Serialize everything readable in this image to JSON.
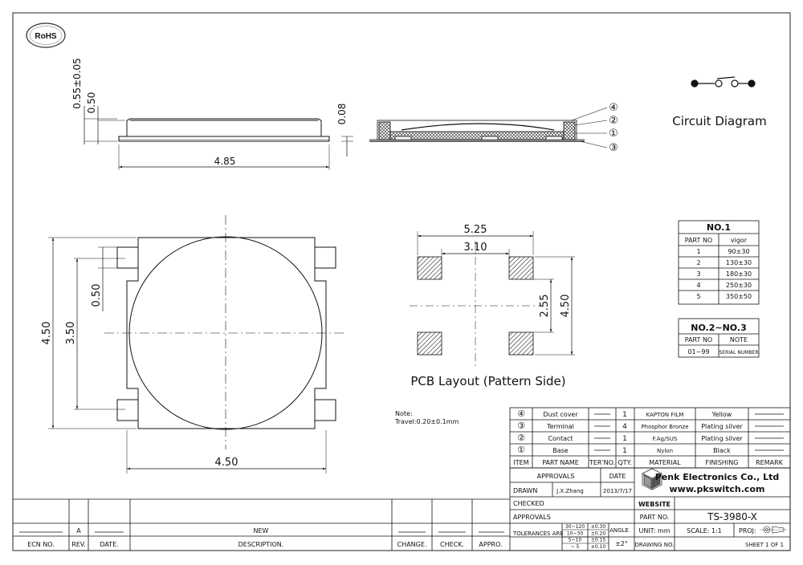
{
  "header": {
    "rohs": "RoHS"
  },
  "dims": {
    "height_total": "0.55±0.05",
    "height_body": "0.50",
    "side_width": "4.85",
    "cover_thickness": "0.08",
    "top_height": "4.50",
    "top_inner_height": "3.50",
    "terminal_width": "0.50",
    "top_width": "4.50",
    "pcb_outer": "5.25",
    "pcb_inner": "3.10",
    "pcb_pad_gap": "2.55",
    "pcb_height": "4.50"
  },
  "callouts": [
    "④",
    "②",
    "①",
    "③"
  ],
  "circuit": {
    "label": "Circuit Diagram"
  },
  "pcb": {
    "label": "PCB Layout (Pattern Side)"
  },
  "note": {
    "title": "Note:",
    "text": "Travel:0.20±0.1mm"
  },
  "force_table": {
    "title": "NO.1",
    "headers": [
      "PART NO",
      "vigor"
    ],
    "rows": [
      [
        "1",
        "90±30"
      ],
      [
        "2",
        "130±30"
      ],
      [
        "3",
        "180±30"
      ],
      [
        "4",
        "250±30"
      ],
      [
        "5",
        "350±50"
      ]
    ]
  },
  "serial_table": {
    "title": "NO.2~NO.3",
    "headers": [
      "PART NO",
      "NOTE"
    ],
    "rows": [
      [
        "01~99",
        "SERIAL NUMBER"
      ]
    ]
  },
  "parts": {
    "headers": [
      "ITEM",
      "PART NAME",
      "TER'NO.",
      "QTY.",
      "MATERIAL",
      "FINISHING",
      "REMARK"
    ],
    "rows": [
      {
        "item": "④",
        "name": "Dust cover",
        "ter": "",
        "qty": "1",
        "mat": "KAPTON FILM",
        "fin": "Yellow",
        "rem": ""
      },
      {
        "item": "③",
        "name": "Terminal",
        "ter": "",
        "qty": "4",
        "mat": "Phosphor Bronze",
        "fin": "Plating silver",
        "rem": ""
      },
      {
        "item": "②",
        "name": "Contact",
        "ter": "",
        "qty": "1",
        "mat": "F.Ag/SUS",
        "fin": "Plating silver",
        "rem": ""
      },
      {
        "item": "①",
        "name": "Base",
        "ter": "",
        "qty": "1",
        "mat": "Nylon",
        "fin": "Black",
        "rem": ""
      }
    ]
  },
  "titleblock": {
    "approvals": "APPROVALS",
    "date": "DATE",
    "drawn": "DRAWN",
    "drawn_by": "J.X.Zhang",
    "drawn_date": "2013/7/17",
    "checked": "CHECKED",
    "approvals_row": "APPROVALS",
    "company": "Penk Electronics Co., Ltd",
    "website_url": "www.pkswitch.com",
    "website": "WEBSITE",
    "part_no_label": "PART NO.",
    "part_no": "TS-3980-X",
    "tolerances": "TOLERANCES ARE",
    "tol_rows": [
      [
        "30~120",
        "±0.30"
      ],
      [
        "10~30",
        "±0.20"
      ],
      [
        "5~10",
        "±0.15"
      ],
      [
        "~ 5",
        "±0.10"
      ]
    ],
    "angle": "ANGLE",
    "angle_val": "±2°",
    "unit": "UNIT: mm",
    "scale": "SCALE: 1:1",
    "proj": "PROJ:",
    "drawing_no": "DRAWING NO.",
    "sheet": "SHEET 1 OF 1"
  },
  "revision": {
    "headers": [
      "ECN NO.",
      "REV.",
      "DATE.",
      "DESCRIPTION.",
      "CHANGE.",
      "CHECK.",
      "APPRO."
    ],
    "rev": "A",
    "desc": "NEW"
  }
}
